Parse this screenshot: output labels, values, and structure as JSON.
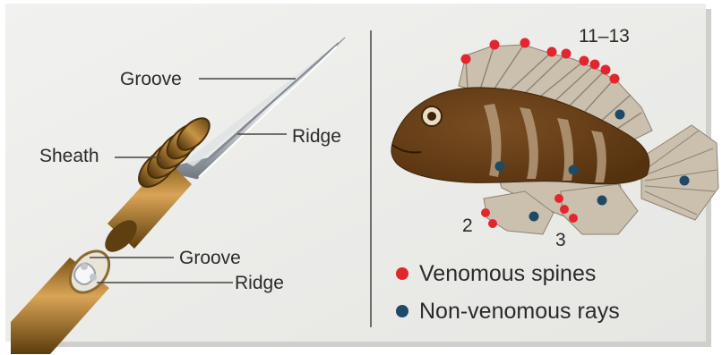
{
  "spine": {
    "labels": {
      "groove_top": "Groove",
      "ridge_top": "Ridge",
      "sheath": "Sheath",
      "groove_bottom": "Groove",
      "ridge_bottom": "Ridge"
    }
  },
  "fish": {
    "spine_counts": {
      "dorsal": "11–13",
      "pelvic": "2",
      "anal": "3"
    },
    "legend": {
      "venomous_label": "Venomous spines",
      "venomous_color": "#e2262e",
      "nonvenomous_label": "Non-venomous rays",
      "nonvenomous_color": "#1f4a66"
    }
  }
}
